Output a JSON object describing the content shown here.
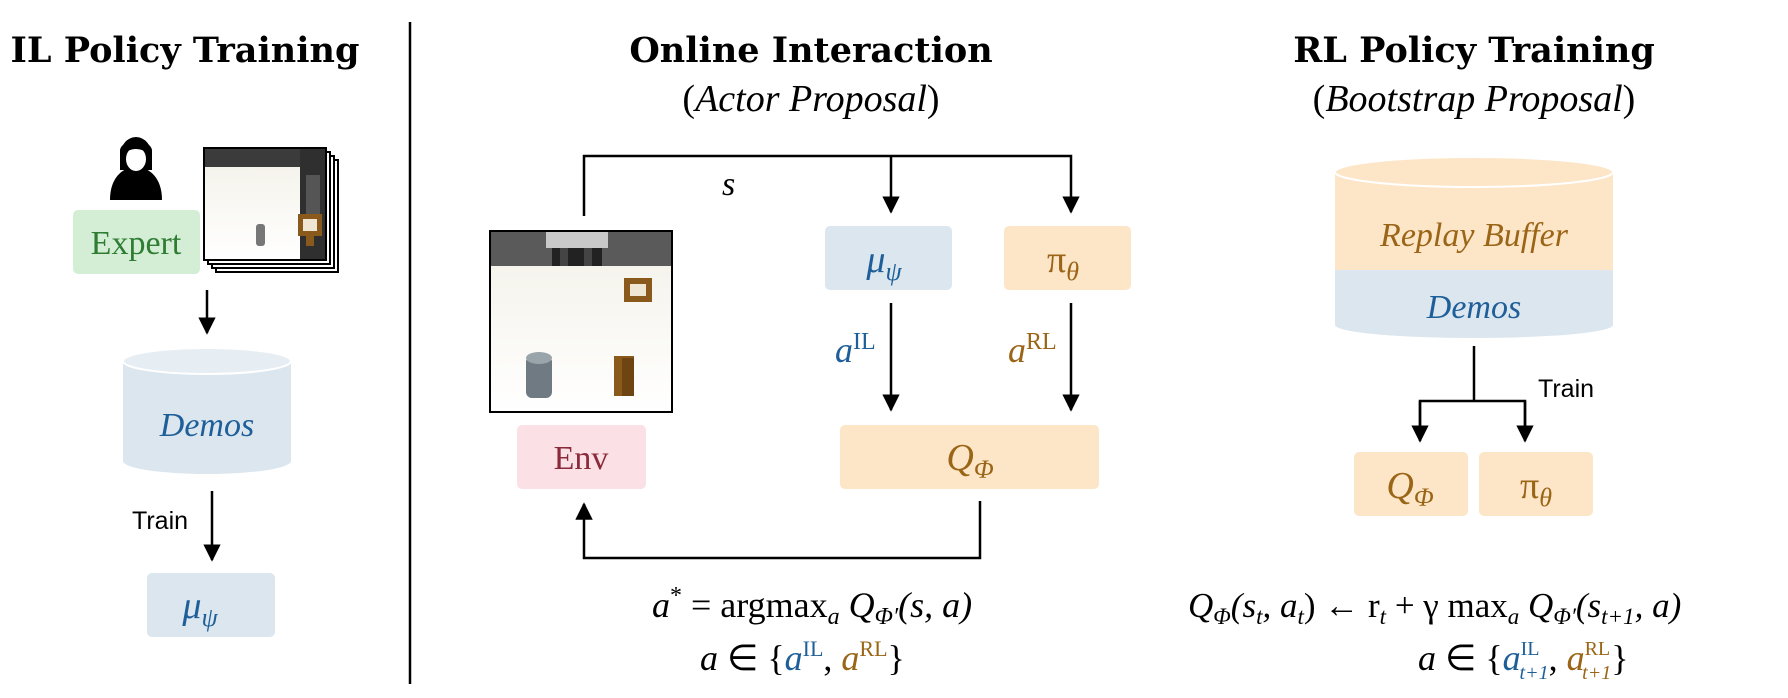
{
  "panels": {
    "il": {
      "title": "IL Policy Training",
      "expert_label": "Expert",
      "demos_label": "Demos",
      "train_label": "Train",
      "policy": {
        "symbol": "μ",
        "subscript": "ψ"
      }
    },
    "online": {
      "title": "Online Interaction",
      "subtitle_open": "(",
      "subtitle_italic": "Actor Proposal",
      "subtitle_close": ")",
      "state_label": "s",
      "env_label": "Env",
      "il_policy": {
        "symbol": "μ",
        "subscript": "ψ"
      },
      "rl_policy": {
        "symbol": "π",
        "subscript": "θ"
      },
      "q_function": {
        "symbol": "Q",
        "subscript": "Φ"
      },
      "action_il": {
        "symbol": "a",
        "superscript": "IL"
      },
      "action_rl": {
        "symbol": "a",
        "superscript": "RL"
      },
      "equation_line1": {
        "lhs": "a",
        "star": "*",
        "eq": " = argmax",
        "argmax_sub": "a",
        "q": "Q",
        "q_sub": "Φ′",
        "args": "(s, a)"
      },
      "equation_line2": {
        "a": "a",
        "in": " ∈ {",
        "il_a": "a",
        "il_sup": "IL",
        "comma": ", ",
        "rl_a": "a",
        "rl_sup": "RL",
        "close": "}"
      }
    },
    "rl": {
      "title": "RL Policy Training",
      "subtitle_open": "(",
      "subtitle_italic": "Bootstrap Proposal",
      "subtitle_close": ")",
      "replay_label": "Replay Buffer",
      "demos_label": "Demos",
      "train_label": "Train",
      "q_function": {
        "symbol": "Q",
        "subscript": "Φ"
      },
      "rl_policy": {
        "symbol": "π",
        "subscript": "θ"
      },
      "equation_line1": {
        "q": "Q",
        "q_sub": "Φ",
        "args1": "(s",
        "t1": "t",
        "comma1": ", a",
        "t2": "t",
        "arrow": ") ← r",
        "t3": "t",
        "plus": " + γ max",
        "max_sub": "a",
        "q2": " Q",
        "q2_sub": "Φ′",
        "args2": "(s",
        "t4": "t+1",
        "args3": ", a)"
      },
      "equation_line2": {
        "a": "a",
        "in": " ∈ {",
        "il_a": "a",
        "il_sup": "IL",
        "il_sub": "t+1",
        "comma": ", ",
        "rl_a": "a",
        "rl_sup": "RL",
        "rl_sub": "t+1",
        "close": "}"
      }
    }
  },
  "colors": {
    "blue_text": "#1f5f99",
    "blue_fill": "#dbe6ef",
    "orange_text": "#9a6516",
    "orange_fill": "#fde6c8",
    "green_text": "#2e7d32",
    "green_fill": "#d4eed6",
    "red_text": "#8b2a3a",
    "red_fill": "#fbe1e6",
    "line": "#000000"
  },
  "icons": [
    "person-icon",
    "scene-stack-image",
    "env-scene-image"
  ]
}
